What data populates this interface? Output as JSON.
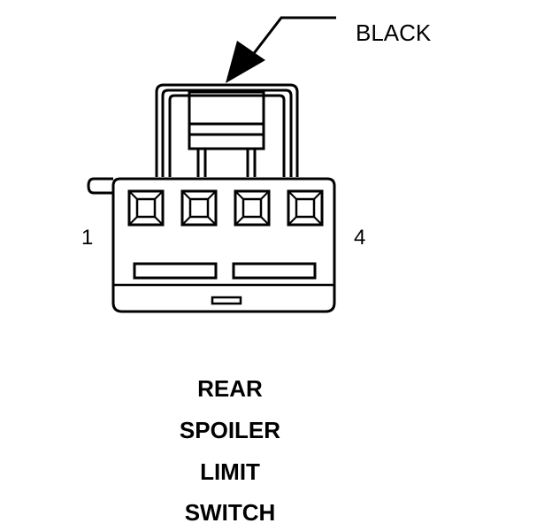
{
  "connector": {
    "color_label": "BLACK",
    "pin_first": "1",
    "pin_last": "4",
    "cavity_count": 4
  },
  "title_lines": [
    "REAR",
    "SPOILER",
    "LIMIT",
    "SWITCH"
  ]
}
